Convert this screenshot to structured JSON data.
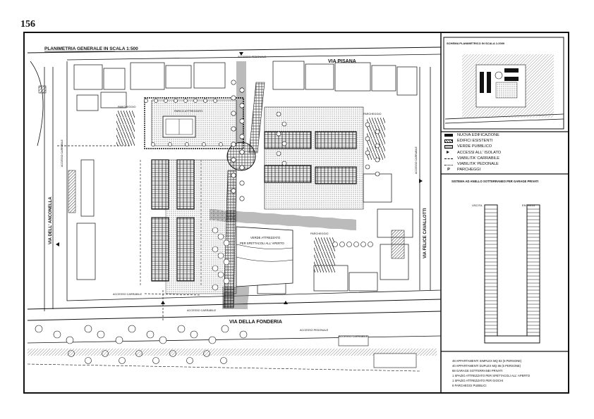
{
  "page_number": "156",
  "main_plan": {
    "title": "PLANIMETRIA GENERALE IN SCALA 1:500",
    "streets": {
      "via_pisana": "VIA PISANA",
      "via_della_fonderia": "VIA DELLA FONDERIA",
      "via_dell_ancontella": "VIA DELL' ANCONELLA",
      "via_felice_cavallotti": "VIA FELICE CAVALLOTTI"
    },
    "labels": {
      "accesso_pedonale_top": "ACCESSO PEDONALE",
      "accesso_pedonale_bottom": "ACCESSO PEDONALE",
      "accesso_carrabile_1": "ACCESSO CARRABILE",
      "accesso_carrabile_2": "ACCESSO CARRABILE",
      "accesso_carrabile_3": "ACCESSO CARRABILE",
      "accesso_carrabile_left": "ACCESSO CARRABILE",
      "accesso_carrabile_right": "ACCESSO CARRABILE",
      "parcheggio_1": "PARCHEGGIO",
      "parcheggio_2": "PARCHEGGIO",
      "parcheggio_3": "PARCHEGGIO",
      "parco_attrezzato": "PARCO ATTREZZATO",
      "verde_attrezzato": "VERDE ATTREZZATO",
      "per_spettacoli": "PER SPETTACOLI ALL' APERTO"
    }
  },
  "inset_plan": {
    "title": "SCHEMA PLANIMETRICO IN SCALA 1:2000"
  },
  "legend": {
    "items": [
      {
        "symbol": "solid",
        "label": "NUOVA EDIFICAZIONE"
      },
      {
        "symbol": "hatch",
        "label": "EDIFICI ESISTENTI"
      },
      {
        "symbol": "dots",
        "label": "VERDE PUBBLICO"
      },
      {
        "symbol": "tri",
        "label": "ACCESSI ALL' ISOLATO"
      },
      {
        "symbol": "dash",
        "label": "VIABILITA' CARRABILE"
      },
      {
        "symbol": "dot",
        "label": "VIABILITA' PEDONALE"
      },
      {
        "symbol": "letter",
        "letter": "P",
        "label": "PARCHEGGI"
      }
    ]
  },
  "garage_scheme": {
    "title": "SISTEMA AD ANELLO SOTTERRANEO PER GARAGE PRIVATI",
    "uscita": "USCITA",
    "entrata": "ENTRATA"
  },
  "stats": {
    "lines": [
      "48 APPARTAMENTI SIMPLEX MQ 83 (5 PERSONE)",
      "40 APPARTAMENTI DUPLEX MQ 86 (5 PERSONE)",
      "88 GARAGE SOTTERRANEI PRIVATI",
      "1 SPAZIO ATTREZZATO PER SPETTACOLI ALL' APERTO",
      "1 SPAZIO ATTREZZATO PER GIOCHI",
      "6 PARCHEGGI PUBBLICI"
    ]
  }
}
